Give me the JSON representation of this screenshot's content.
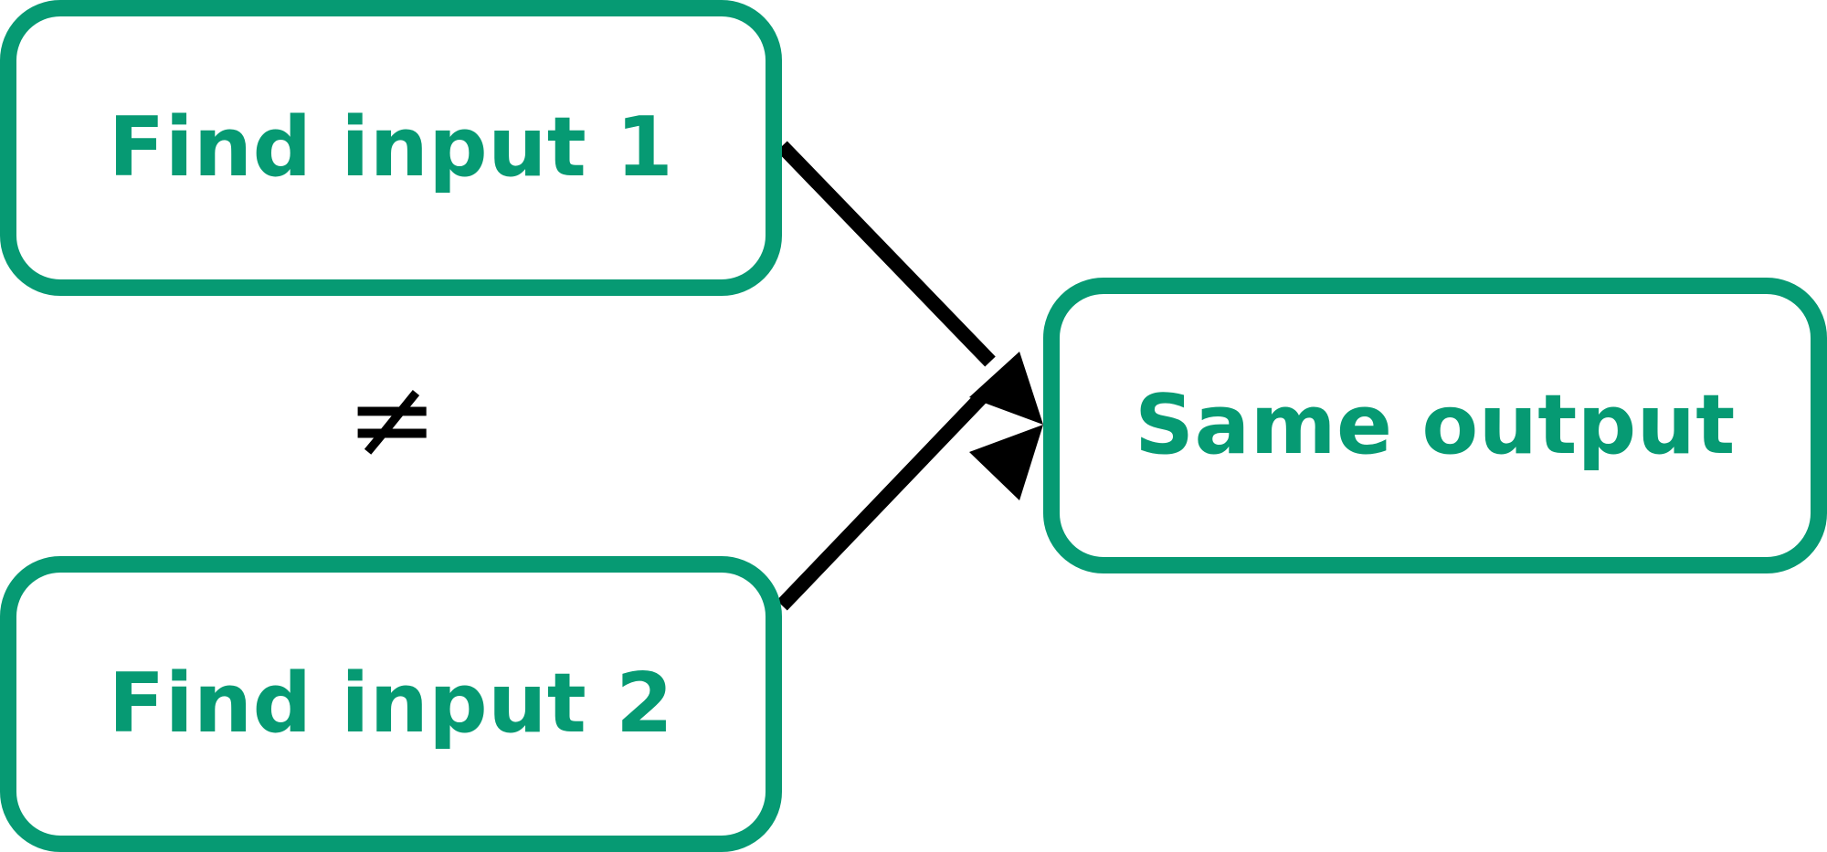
{
  "nodes": {
    "input_1": {
      "label": "Find input 1"
    },
    "input_2": {
      "label": "Find input 2"
    },
    "output": {
      "label": "Same output"
    }
  },
  "relation_symbol": "≠",
  "colors": {
    "node_accent": "#069a73",
    "arrow": "#000000",
    "background": "#ffffff"
  },
  "edges": [
    {
      "from": "input_1",
      "to": "output"
    },
    {
      "from": "input_2",
      "to": "output"
    }
  ]
}
